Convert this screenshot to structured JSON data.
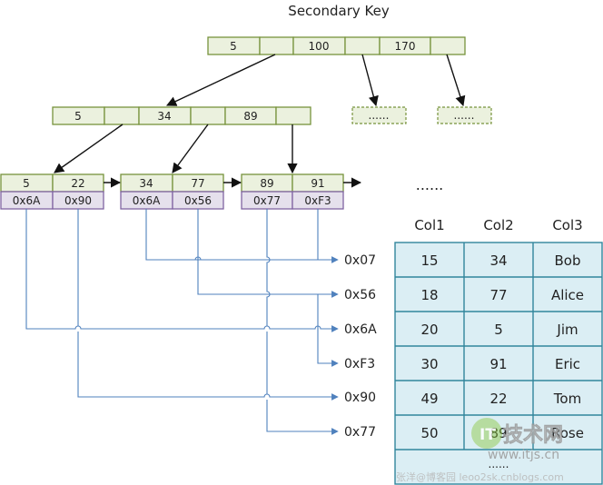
{
  "title": "Secondary Key",
  "root_node": [
    "5",
    "",
    "100",
    "",
    "170",
    ""
  ],
  "level2_node": [
    "5",
    "",
    "34",
    "",
    "89",
    ""
  ],
  "placeholder_nodes": [
    "......",
    "......"
  ],
  "leaf_nodes": [
    {
      "keys": [
        "5",
        "22"
      ],
      "pointers": [
        "0x6A",
        "0x90"
      ]
    },
    {
      "keys": [
        "34",
        "77"
      ],
      "pointers": [
        "0x6A",
        "0x56"
      ]
    },
    {
      "keys": [
        "89",
        "91"
      ],
      "pointers": [
        "0x77",
        "0xF3"
      ]
    }
  ],
  "leaf_continuation": "......",
  "addresses": [
    "0x07",
    "0x56",
    "0x6A",
    "0xF3",
    "0x90",
    "0x77"
  ],
  "table": {
    "headers": [
      "Col1",
      "Col2",
      "Col3"
    ],
    "rows": [
      [
        "15",
        "34",
        "Bob"
      ],
      [
        "18",
        "77",
        "Alice"
      ],
      [
        "20",
        "5",
        "Jim"
      ],
      [
        "30",
        "91",
        "Eric"
      ],
      [
        "49",
        "22",
        "Tom"
      ],
      [
        "50",
        "89",
        "Rose"
      ]
    ],
    "trailing_row": "......"
  },
  "watermark": {
    "logo_text": "技术网",
    "site": "www.itjs.cn",
    "credit": "张洋@博客园 leoo2sk.cnblogs.com"
  },
  "colors": {
    "key_fill": "#ebf1de",
    "key_stroke": "#77933c",
    "ptr_fill": "#e5e0ec",
    "ptr_stroke": "#8064a2",
    "table_fill": "#dbeef4",
    "table_stroke": "#31859c",
    "line_blue": "#4f81bd"
  }
}
